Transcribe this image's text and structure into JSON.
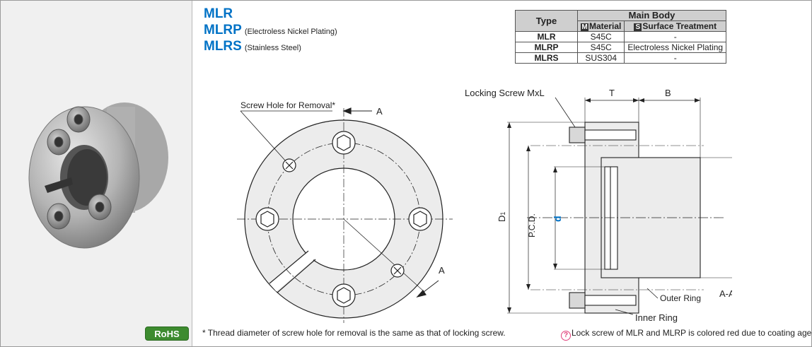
{
  "series_titles": [
    {
      "code": "MLR",
      "desc": ""
    },
    {
      "code": "MLRP",
      "desc": "(Electroless Nickel Plating)"
    },
    {
      "code": "MLRS",
      "desc": "(Stainless Steel)"
    }
  ],
  "spec_table": {
    "col_type": "Type",
    "col_main_body": "Main Body",
    "material_badge": "M",
    "material_label": "Material",
    "surface_badge": "S",
    "surface_label": "Surface Treatment",
    "rows": [
      {
        "type": "MLR",
        "material": "S45C",
        "surface": "-"
      },
      {
        "type": "MLRP",
        "material": "S45C",
        "surface": "Electroless Nickel Plating"
      },
      {
        "type": "MLRS",
        "material": "SUS304",
        "surface": "-"
      }
    ]
  },
  "front_view": {
    "screw_hole_label": "Screw Hole for Removal*",
    "section_top": "A",
    "section_bottom": "A"
  },
  "side_view": {
    "locking_screw": "Locking Screw MxL",
    "dim_t": "T",
    "dim_b": "B",
    "dim_d1_main": "D",
    "dim_d1_sub": "1",
    "dim_pcd": "P.C.D.",
    "dim_d_small": "d",
    "dim_d_large": "D",
    "outer_ring": "Outer Ring",
    "inner_ring": "Inner Ring",
    "section_label": "A-A"
  },
  "rohs": "RoHS",
  "footnote": "* Thread diameter of screw hole for removal is the same as that of locking screw.",
  "note_icon": "?",
  "note_text": "Lock screw of MLR and MLRP is colored red due to coating agent."
}
